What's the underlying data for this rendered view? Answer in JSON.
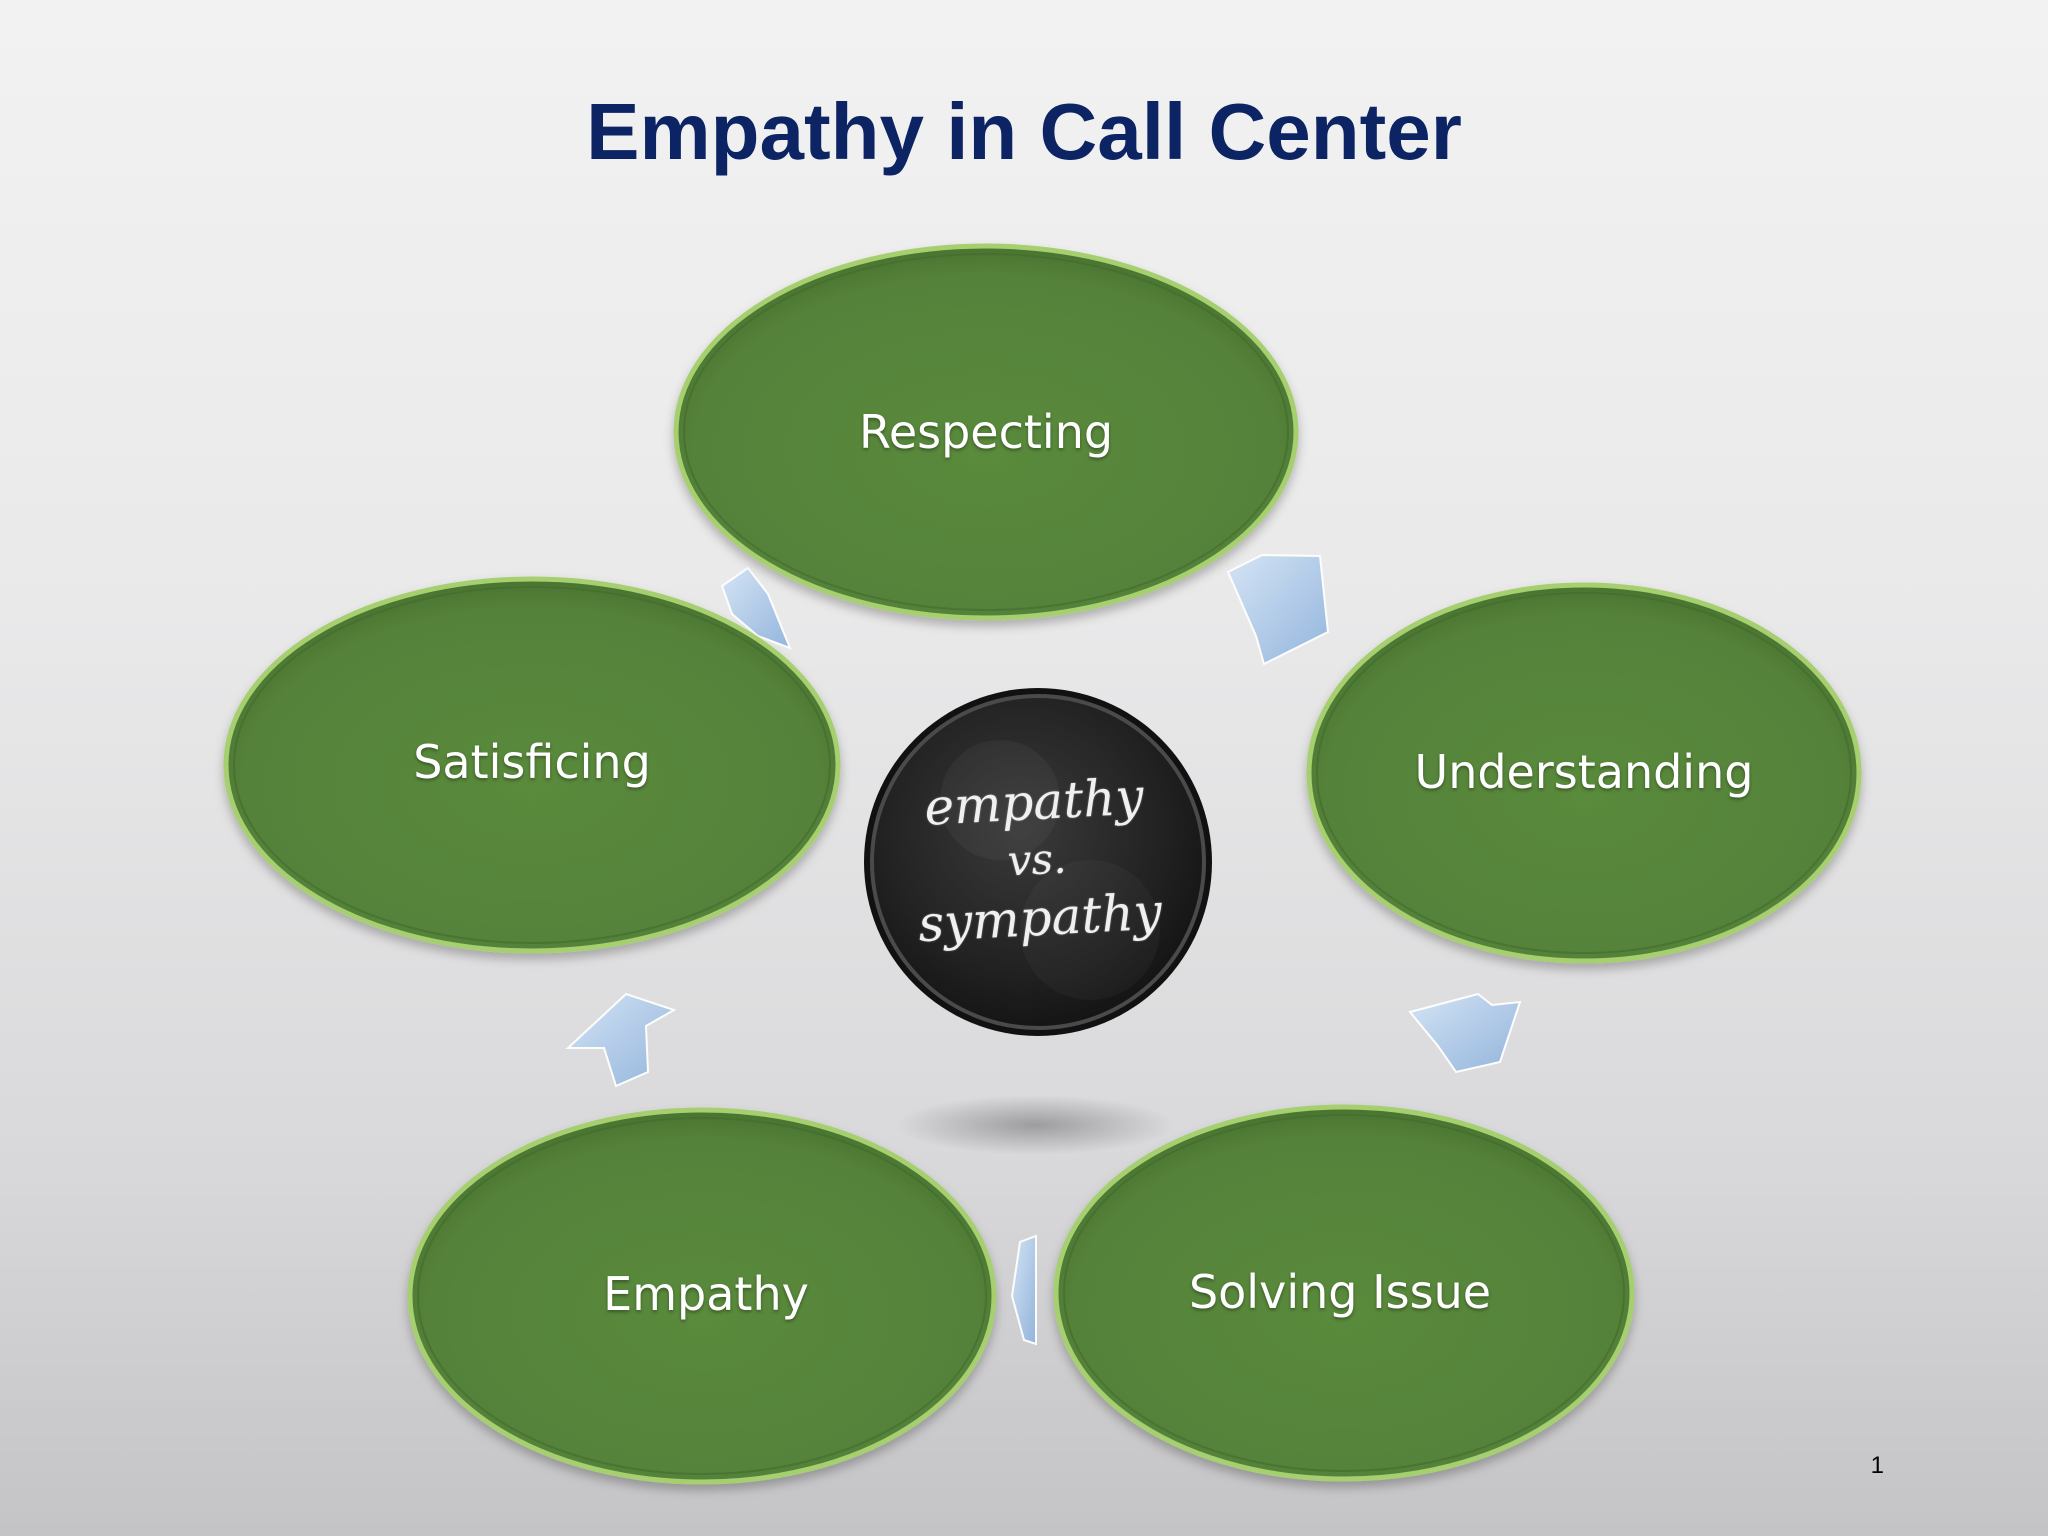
{
  "slide": {
    "title": "Empathy in Call Center",
    "page_number": "1"
  },
  "cycle": {
    "nodes": [
      {
        "label": "Respecting"
      },
      {
        "label": "Understanding"
      },
      {
        "label": "Solving Issue"
      },
      {
        "label": "Empathy"
      },
      {
        "label": "Satisficing"
      }
    ],
    "center_image_text": [
      "empathy",
      "vs.",
      "sympathy"
    ]
  },
  "colors": {
    "title": "#0c2463",
    "node_fill": "#57823a",
    "node_edge_light": "#a6cf6f",
    "arrow_fill": "#a9c6e8",
    "center_disc": "#1e1e1e"
  }
}
